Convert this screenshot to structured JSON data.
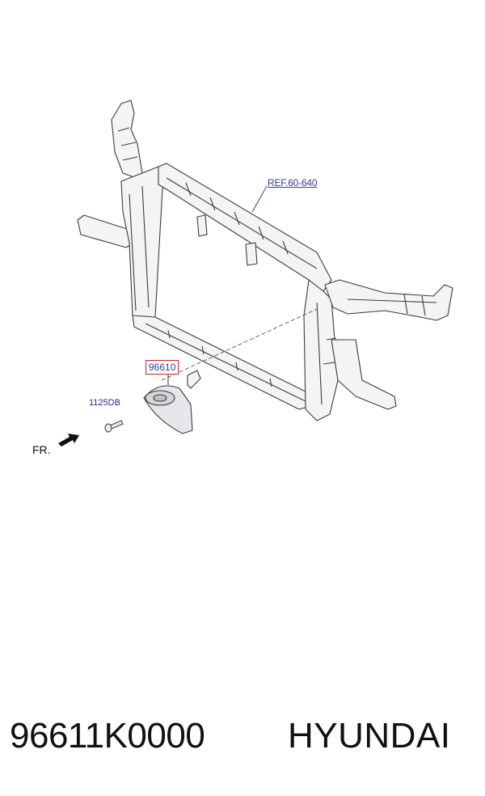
{
  "diagram": {
    "reference_label": "REF.60-640",
    "part_callout": "96610",
    "bolt_callout": "1125DB",
    "front_label": "FR."
  },
  "caption": {
    "part_number": "96611K0000",
    "brand": "HYUNDAI"
  }
}
